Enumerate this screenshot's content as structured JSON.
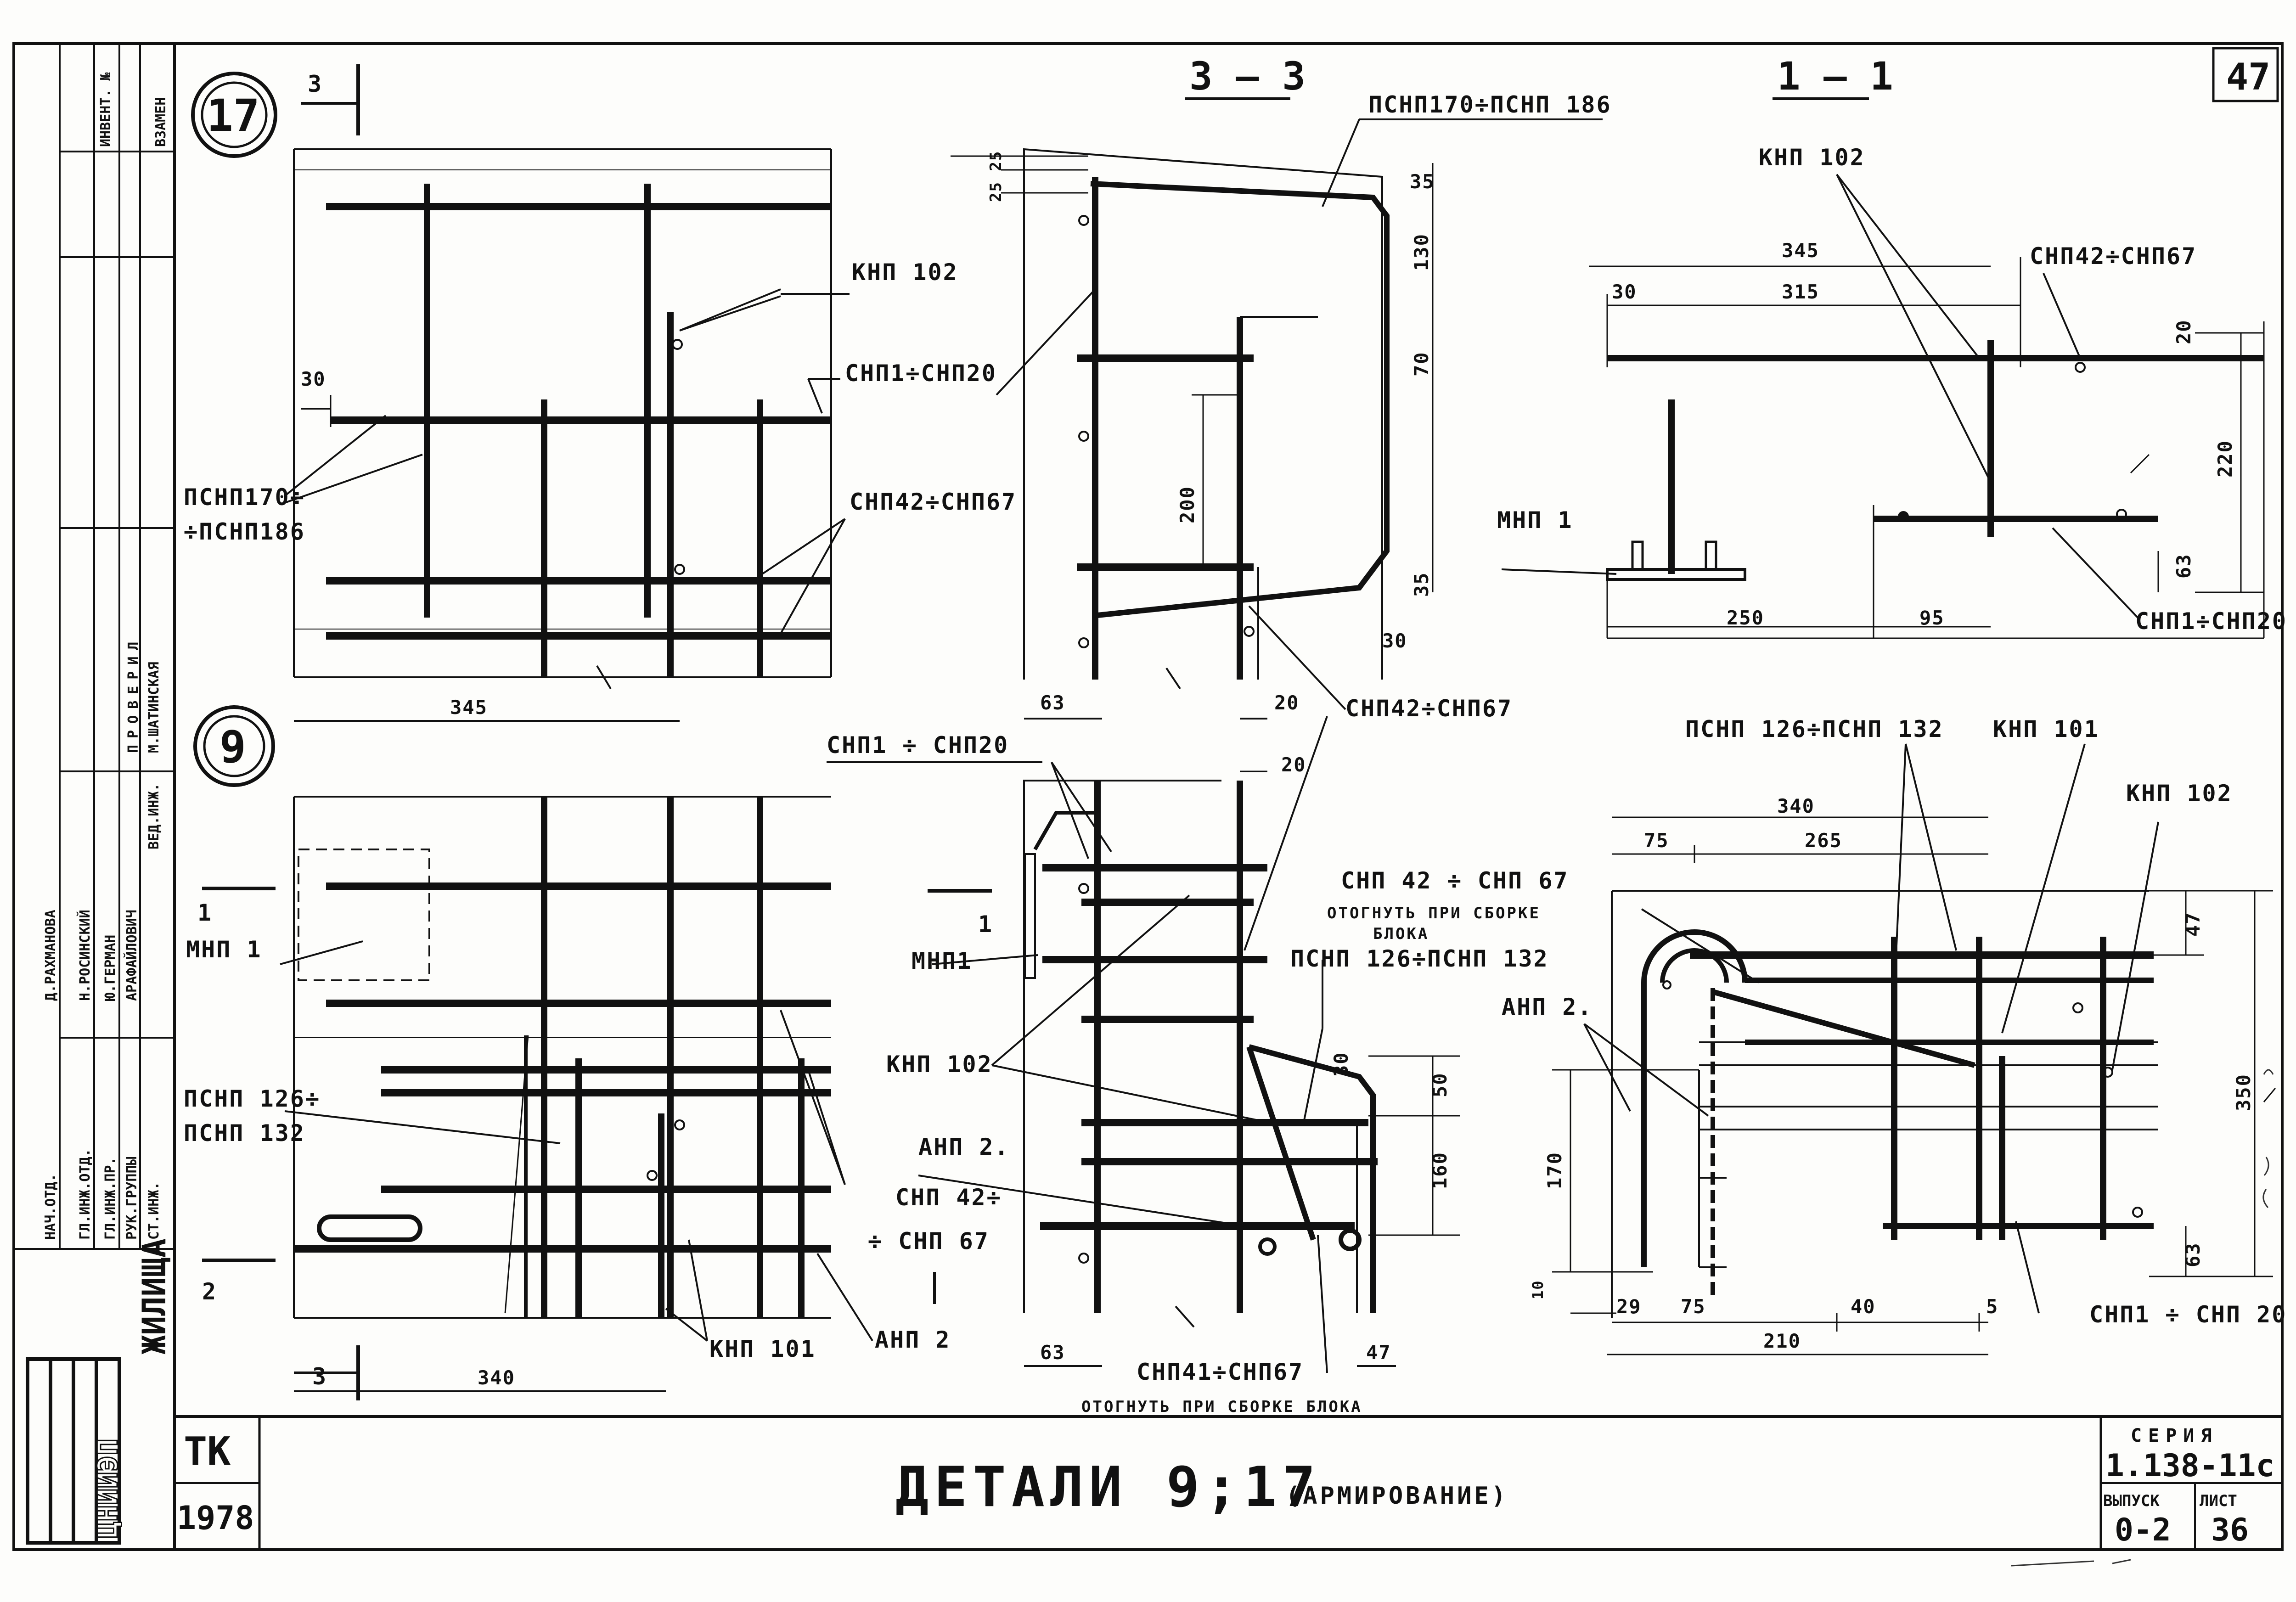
{
  "sheet_number": "47",
  "title": {
    "main": "ДЕТАЛИ 9;17",
    "sub": "(АРМИРОВАНИЕ)"
  },
  "title_block": {
    "tk": "ТК",
    "year": "1978",
    "series_label": "СЕРИЯ",
    "series": "1.138-11с",
    "issue_label": "ВЫПУСК",
    "issue": "0-2",
    "list_label": "ЛИСТ",
    "list": "36",
    "org": "ЖИЛИЩА",
    "org_logo": "ЦНИИЭП"
  },
  "left_stamp": {
    "inv_label": "ИНВЕНТ. №",
    "vzamen_label": "ВЗАМЕН",
    "checked_label": "ПРОВЕРИЛ",
    "rows": [
      {
        "role": "НАЧ.ОТД.",
        "name": "Д.РАХМАНОВА"
      },
      {
        "role": "ГЛ.ИНЖ.ОТД.",
        "name": "Н.РОСИНСКИЙ"
      },
      {
        "role": "ГЛ.ИНЖ.ПР.",
        "name": "Ю.ГЕРМАН"
      },
      {
        "role": "РУК.ГРУППЫ",
        "name": "АРАФАЙЛОВИЧ"
      },
      {
        "role": "СТ.ИНЖ.",
        "name": ""
      },
      {
        "role": "ВЕД.ИНЖ.",
        "name": "М.ШАТИНСКАЯ"
      }
    ]
  },
  "detail17": {
    "number": "17",
    "cut_label": "3",
    "labels": {
      "knp102": "КНП 102",
      "snp1": "СНП1÷СНП20",
      "psnp170a": "ПСНП170÷",
      "psnp170b": "÷ПСНП186",
      "snp42": "СНП42÷СНП67"
    },
    "dims": {
      "d30": "30",
      "d345": "345"
    }
  },
  "detail9": {
    "number": "9",
    "cut1": "1",
    "cut2": "2",
    "cut3": "3",
    "labels": {
      "mnp1": "МНП 1",
      "psnp126a": "ПСНП 126÷",
      "psnp126b": "ПСНП 132",
      "snp42a": "СНП 42÷",
      "snp42b": "÷ СНП 67",
      "knp101": "КНП 101",
      "anp2": "АНП 2"
    },
    "dims": {
      "d340": "340"
    }
  },
  "section33": {
    "title": "3 – 3",
    "labels": {
      "psnp170": "ПСНП170÷ПСНП 186",
      "snp42": "СНП42÷СНП67",
      "snp1": "СНП1 ÷ СНП20",
      "mnp1": "МНП1",
      "cut1": "1",
      "psnp126": "ПСНП 126÷ПСНП 132",
      "knp102": "КНП 102",
      "anp2": "АНП 2.",
      "snp41": "СНП41÷СНП67",
      "bend": "ОТОГНУТЬ ПРИ СБОРКЕ БЛОКА"
    },
    "dims": {
      "d2525": "25 25",
      "d35a": "35",
      "d130": "130",
      "d70": "70",
      "d200": "200",
      "d35b": "35",
      "d30": "30",
      "d63a": "63",
      "d20a": "20",
      "d20b": "20",
      "d30b": "30",
      "d50": "50",
      "d160": "160",
      "d63b": "63",
      "d47": "47"
    }
  },
  "section11": {
    "title": "1 – 1",
    "labels": {
      "knp102": "КНП 102",
      "snp42": "СНП42÷СНП67",
      "mnp1": "МНП 1",
      "snp1": "СНП1÷СНП20"
    },
    "dims": {
      "d345": "345",
      "d315": "315",
      "d30": "30",
      "d20": "20",
      "d220": "220",
      "d63": "63",
      "d250": "250",
      "d95": "95"
    }
  },
  "section22": {
    "labels": {
      "psnp126": "ПСНП 126÷ПСНП 132",
      "knp101": "КНП 101",
      "knp102": "КНП 102",
      "snp42": "СНП 42 ÷ СНП 67",
      "bend1": "ОТОГНУТЬ ПРИ СБОРКЕ",
      "bend2": "БЛОКА",
      "anp2": "АНП 2.",
      "snp1": "СНП1 ÷ СНП 20"
    },
    "dims": {
      "d340": "340",
      "d75a": "75",
      "d265": "265",
      "d47": "47",
      "d350": "350",
      "d170": "170",
      "d63": "63",
      "d10": "10",
      "d29": "29",
      "d75b": "75",
      "d40": "40",
      "d5": "5",
      "d210": "210"
    }
  }
}
